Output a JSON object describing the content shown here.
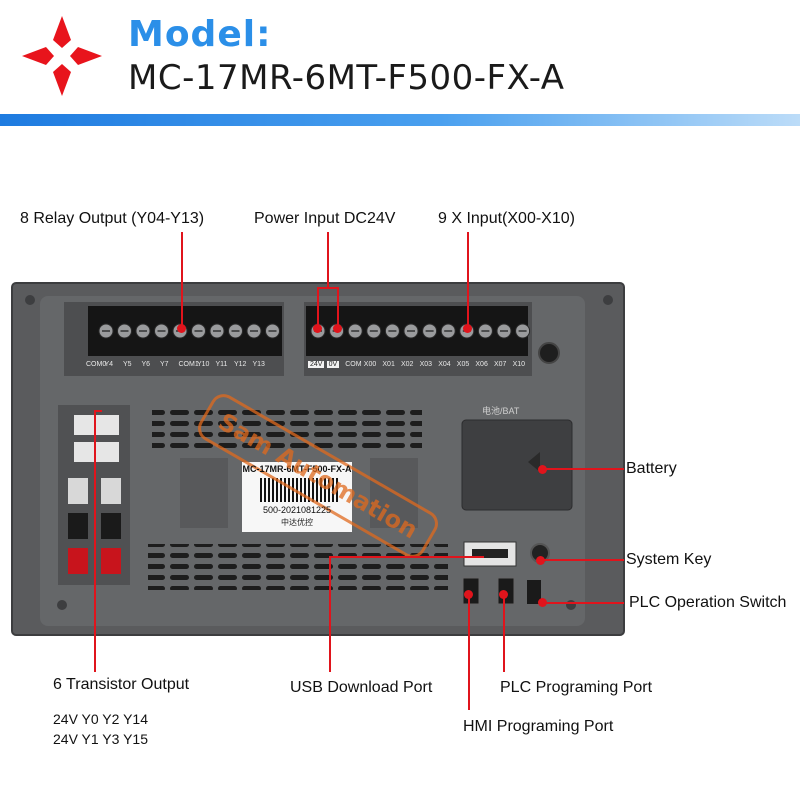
{
  "header": {
    "model_label": "Model:",
    "model_value": "MC-17MR-6MT-F500-FX-A",
    "logo_icon": "red-diamond-star-logo",
    "accent_color": "#2b8fe8",
    "callout_color": "#e0141c"
  },
  "device": {
    "label_model": "MC-17MR-6MT-F500-FX-A",
    "label_serial": "500-2021081225",
    "label_brand": "中达优控",
    "bat_label": "电池/BAT",
    "watermark": "Sam Automation",
    "relay_terms": [
      "COM0",
      "Y4",
      "Y5",
      "Y6",
      "Y7",
      "COM1",
      "Y10",
      "Y11",
      "Y12",
      "Y13"
    ],
    "input_terms": [
      "24V",
      "0V",
      "COM",
      "X00",
      "X01",
      "X02",
      "X03",
      "X04",
      "X05",
      "X06",
      "X07",
      "X10"
    ]
  },
  "callouts": {
    "relay_output": "8 Relay Output (Y04-Y13)",
    "power_input": "Power Input DC24V",
    "x_input": "9 X Input(X00-X10)",
    "battery": "Battery",
    "system_key": "System Key",
    "plc_switch": "PLC Operation Switch",
    "transistor_output": "6 Transistor Output",
    "transistor_line1": "24V Y0 Y2 Y14",
    "transistor_line2": "24V Y1 Y3 Y15",
    "usb_port": "USB Download Port",
    "plc_port": "PLC Programing Port",
    "hmi_port": "HMI Programing Port"
  }
}
